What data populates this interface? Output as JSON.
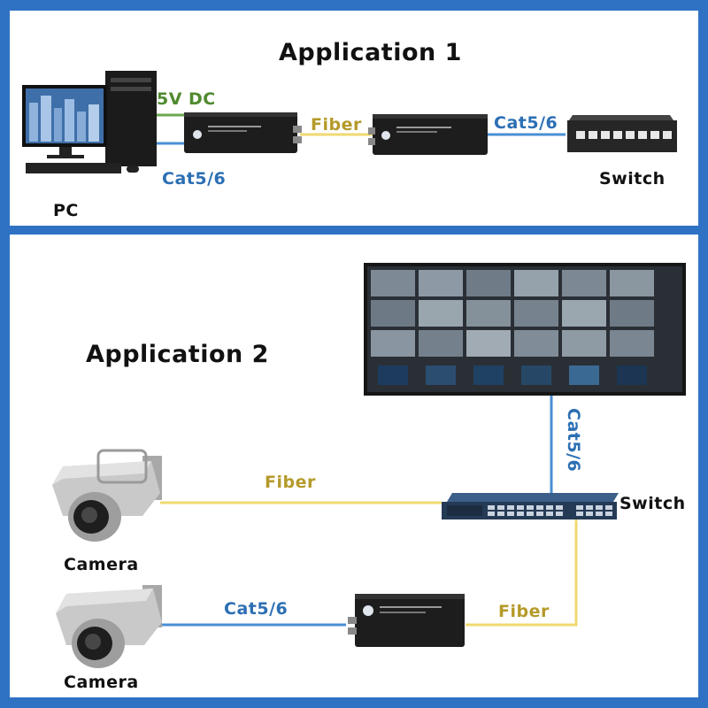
{
  "application_1": {
    "title": "Application 1",
    "labels": {
      "power": "5V DC",
      "fiber": "Fiber",
      "cat_pc": "Cat5/6",
      "cat_switch": "Cat5/6",
      "pc": "PC",
      "switch": "Switch"
    }
  },
  "application_2": {
    "title": "Application 2",
    "labels": {
      "cat_vertical": "Cat5/6",
      "switch": "Switch",
      "fiber_top": "Fiber",
      "camera_top": "Camera",
      "cat_bottom": "Cat5/6",
      "fiber_bottom": "Fiber",
      "camera_bottom": "Camera"
    }
  },
  "colors": {
    "border": "#2f72c4",
    "cat_cable": "#4a8fd4",
    "fiber_cable": "#f0d970",
    "power_cable": "#6aa84f",
    "label_blue": "#2c6fb4",
    "label_gold": "#b59a2a",
    "label_green": "#4f8a2e"
  },
  "icons": [
    "desktop-pc-icon",
    "media-converter-icon",
    "network-switch-icon",
    "video-wall-icon",
    "cctv-camera-icon"
  ]
}
